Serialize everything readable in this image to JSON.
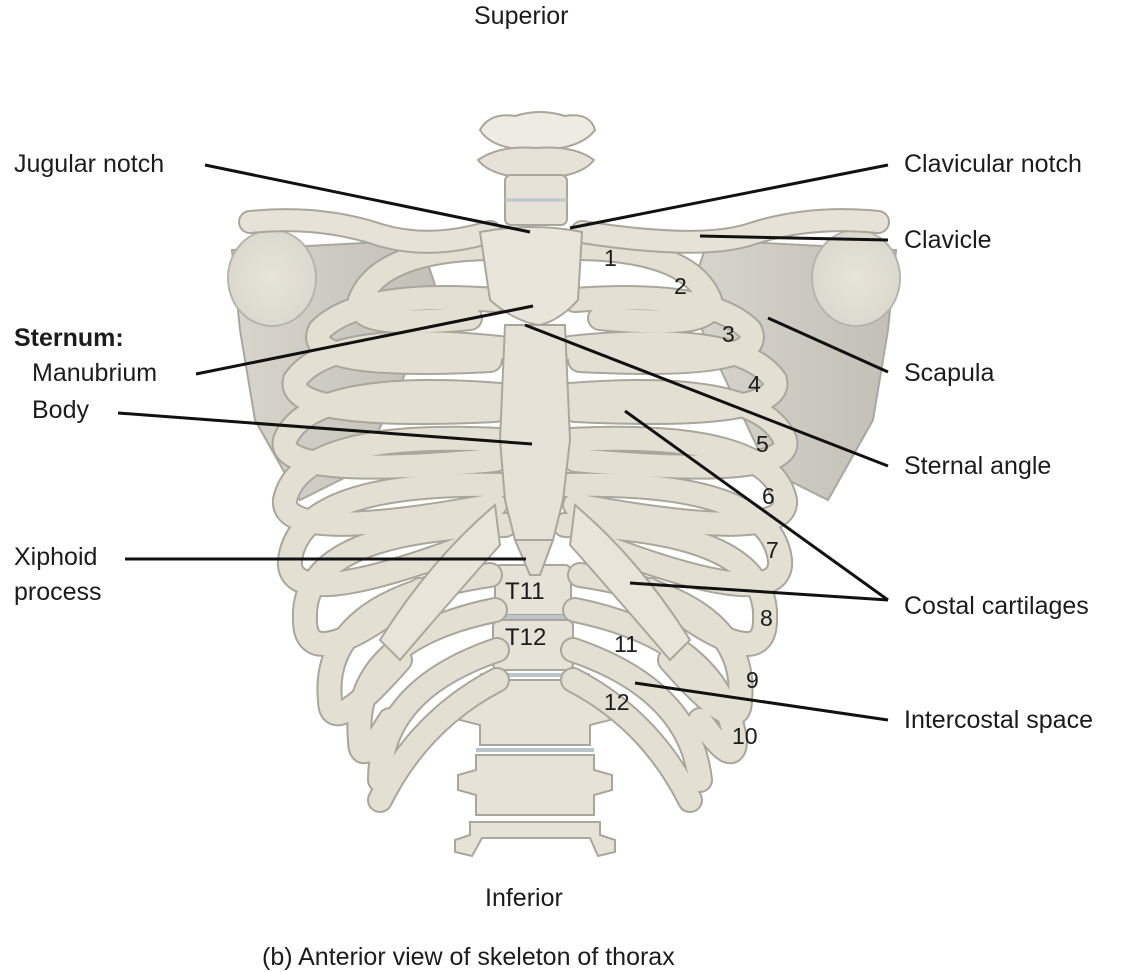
{
  "orientation": {
    "top": "Superior",
    "bottom": "Inferior"
  },
  "caption": "(b) Anterior view of skeleton of thorax",
  "colors": {
    "bone": "#e3dfd3",
    "bone_light": "#ece9df",
    "bone_outline": "#a9a69c",
    "scapula_shadow": "#c9c6bd",
    "disc": "#b9c6cc",
    "leader_line": "#111111",
    "text": "#1c1c1c"
  },
  "labels_left": {
    "jugular_notch": "Jugular notch",
    "sternum_heading": "Sternum:",
    "manubrium": "Manubrium",
    "body": "Body",
    "xiphoid_line1": "Xiphoid",
    "xiphoid_line2": "process"
  },
  "labels_right": {
    "clavicular_notch": "Clavicular notch",
    "clavicle": "Clavicle",
    "scapula": "Scapula",
    "sternal_angle": "Sternal angle",
    "costal_cartilages": "Costal cartilages",
    "intercostal_space": "Intercostal space"
  },
  "rib_numbers": [
    "1",
    "2",
    "3",
    "4",
    "5",
    "6",
    "7",
    "8",
    "9",
    "10",
    "11",
    "12"
  ],
  "vertebra_labels": [
    "T11",
    "T12"
  ]
}
